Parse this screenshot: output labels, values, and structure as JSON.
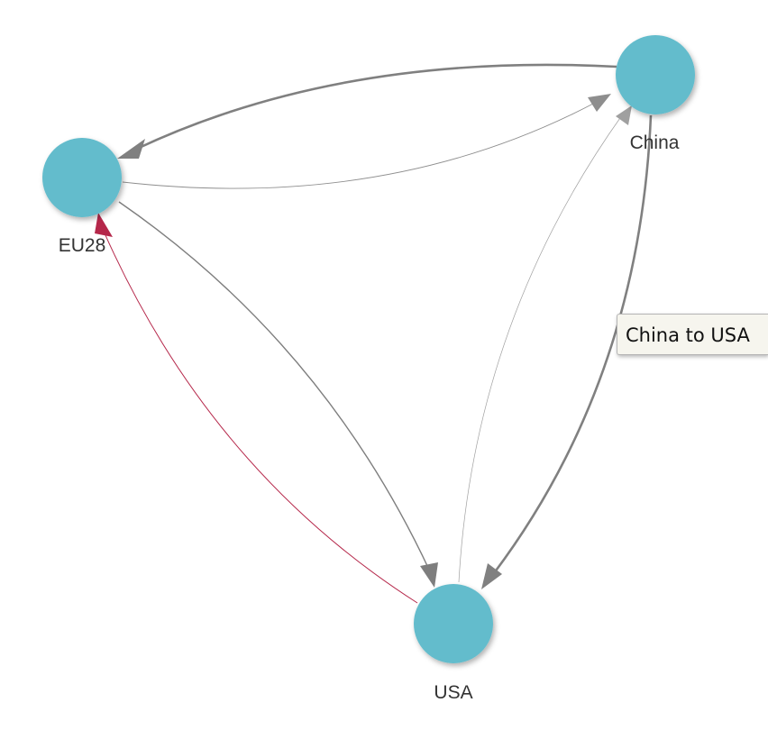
{
  "nodes": [
    {
      "id": "china",
      "label": "China"
    },
    {
      "id": "eu28",
      "label": "EU28"
    },
    {
      "id": "usa",
      "label": "USA"
    }
  ],
  "edges": [
    {
      "from": "china",
      "to": "eu28",
      "weight": "heavy",
      "color": "#808080"
    },
    {
      "from": "eu28",
      "to": "china",
      "weight": "thin",
      "color": "#8e8e8e"
    },
    {
      "from": "eu28",
      "to": "usa",
      "weight": "medium",
      "color": "#7e7e7e"
    },
    {
      "from": "usa",
      "to": "eu28",
      "weight": "thin",
      "color": "#b5274a",
      "highlighted": true
    },
    {
      "from": "usa",
      "to": "china",
      "weight": "hair",
      "color": "#a0a0a0"
    },
    {
      "from": "china",
      "to": "usa",
      "weight": "heavy",
      "color": "#808080",
      "hovered": true
    }
  ],
  "tooltip": {
    "text": "China to USA"
  },
  "colors": {
    "node_fill": "#63bccc",
    "edge_default": "#808080",
    "edge_highlight": "#b5274a",
    "label": "#333333"
  }
}
